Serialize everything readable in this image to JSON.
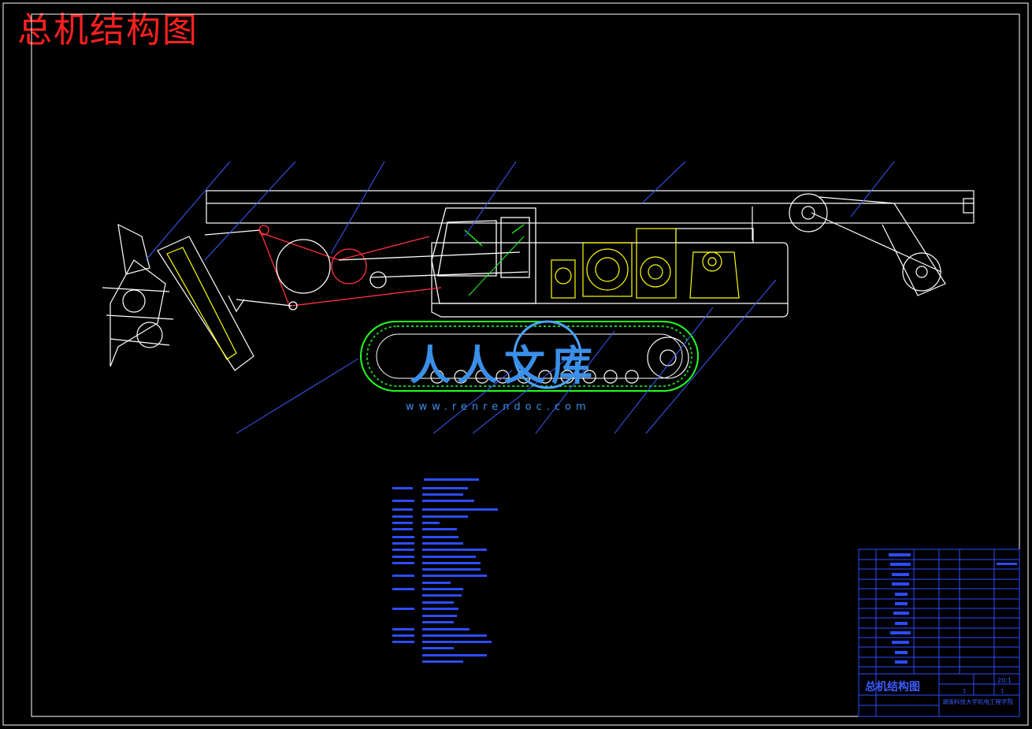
{
  "drawing_title": "总机结构图",
  "watermark": {
    "logo_text": "人人文库",
    "url": "www.renrendoc.com"
  },
  "title_block": {
    "drawing_name": "总机结构图",
    "scale_value": "20:1",
    "sheet_value": "1",
    "sheet_total": "1",
    "school": "湖南科技大学机电工程学院"
  },
  "colors": {
    "background": "#000000",
    "frame": "#ffffff",
    "leader": "#3c5bff",
    "track": "#22ff22",
    "accent": "#ffff00",
    "linkage": "#ff3040",
    "title": "#ff2020"
  }
}
